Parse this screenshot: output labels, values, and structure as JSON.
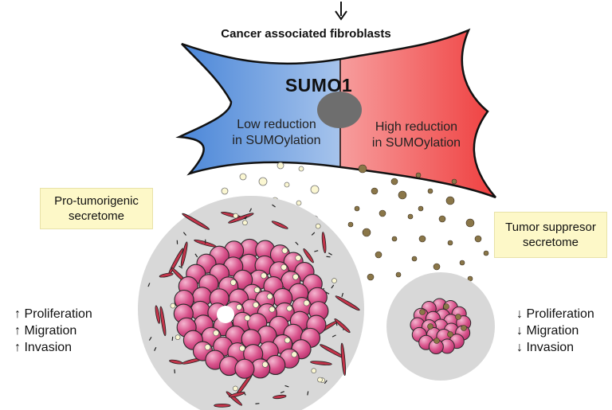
{
  "header": {
    "title": "Cancer associated fibroblasts"
  },
  "cell": {
    "protein": "SUMO1",
    "left_label_line1": "Low reduction",
    "left_label_line2": "in SUMOylation",
    "right_label_line1": "High reduction",
    "right_label_line2": "in SUMOylation",
    "colors": {
      "left": "#4a86d8",
      "right": "#ef3f3f",
      "nucleus": "#6e6e6e"
    }
  },
  "left_side": {
    "secretome_line1": "Pro-tumorigenic",
    "secretome_line2": "secretome",
    "effects": [
      "↑ Proliferation",
      "↑ Migration",
      "↑ Invasion"
    ],
    "vesicle_color": "#fbf7d2"
  },
  "right_side": {
    "secretome_line1": "Tumor suppresor",
    "secretome_line2": "secretome",
    "effects": [
      "↓ Proliferation",
      "↓ Migration",
      "↓ Invasion"
    ],
    "vesicle_color": "#8a7648"
  },
  "tumor_colors": {
    "cell": "#d64e88",
    "halo": "#d8d8d8"
  }
}
